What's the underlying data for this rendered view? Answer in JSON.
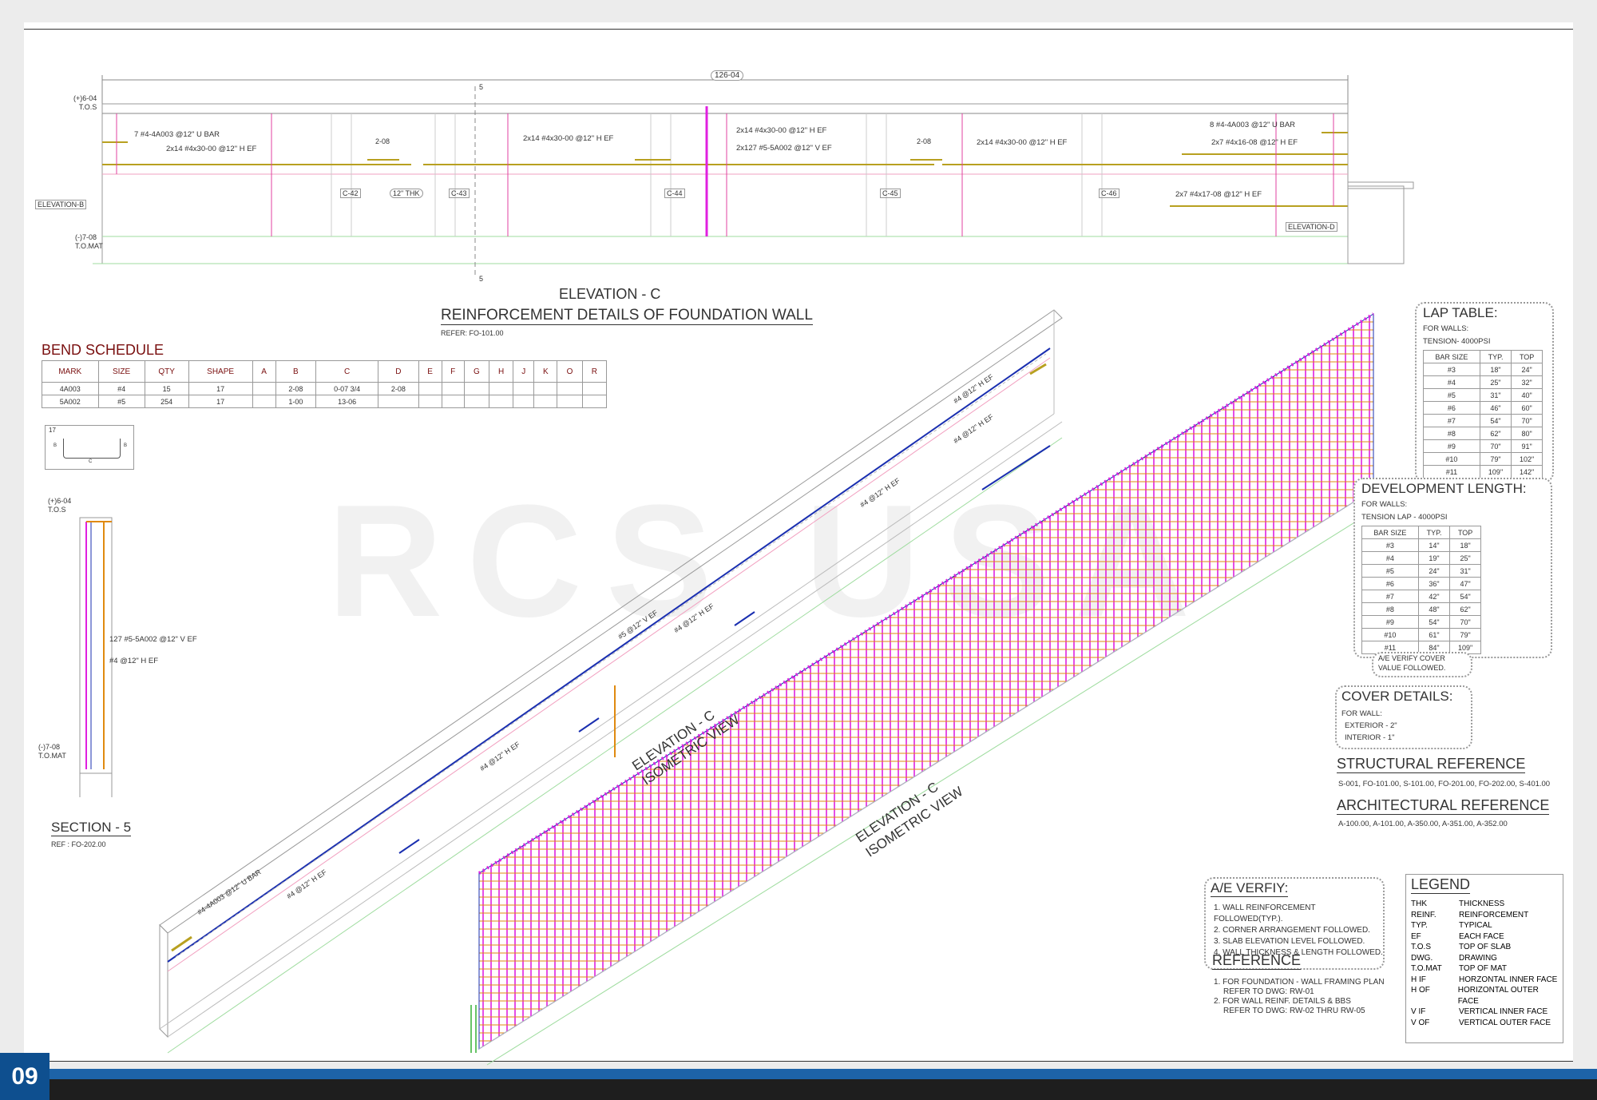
{
  "elevation": {
    "overall_dim": "126-04",
    "tos_label": "(+)6-04",
    "tos_sub": "T.O.S",
    "tomat_label": "(-)7-08",
    "tomat_sub": "T.O.MAT",
    "section_mark": "5",
    "elev_b": "ELEVATION-B",
    "elev_d": "ELEVATION-D",
    "callouts": {
      "c1": "7 #4-4A003 @12\" U BAR",
      "c2": "2x14 #4x30-00 @12\" H EF",
      "c3": "2x14 #4x30-00 @12\" H EF",
      "c4": "2x14 #4x30-00 @12\" H EF",
      "c5": "2x127 #5-5A002 @12\" V EF",
      "c6": "2x14 #4x30-00 @12\" H EF",
      "c7": "8 #4-4A003 @12\" U BAR",
      "c8": "2x7 #4x16-08 @12\" H EF",
      "c9": "2x7 #4x17-08 @12\" H EF",
      "d1": "2-08",
      "d2": "2-08",
      "thk": "12\" THK"
    },
    "columns": [
      "C-42",
      "C-43",
      "C-44",
      "C-45",
      "C-46"
    ],
    "title1": "ELEVATION - C",
    "title2": "REINFORCEMENT DETAILS OF FOUNDATION WALL",
    "refer": "REFER: FO-101.00"
  },
  "bend_schedule": {
    "title": "BEND SCHEDULE",
    "headers": [
      "MARK",
      "SIZE",
      "QTY",
      "SHAPE",
      "A",
      "B",
      "C",
      "D",
      "E",
      "F",
      "G",
      "H",
      "J",
      "K",
      "O",
      "R"
    ],
    "rows": [
      [
        "4A003",
        "#4",
        "15",
        "17",
        "",
        "2-08",
        "0-07 3/4",
        "2-08",
        "",
        "",
        "",
        "",
        "",
        "",
        "",
        ""
      ],
      [
        "5A002",
        "#5",
        "254",
        "17",
        "",
        "1-00",
        "13-06",
        "",
        "",
        "",
        "",
        "",
        "",
        "",
        "",
        ""
      ]
    ],
    "shape_no": "17",
    "shape_dims": [
      "B",
      "C",
      "B"
    ]
  },
  "section": {
    "tos": "(+)6-04",
    "tos_sub": "T.O.S",
    "tomat": "(-)7-08",
    "tomat_sub": "T.O.MAT",
    "label1": "127 #5-5A002 @12\" V EF",
    "label2": "#4 @12\" H EF",
    "title": "SECTION - 5",
    "ref": "REF : FO-202.00"
  },
  "iso": {
    "labels": [
      "#4-4A003 @12\" U BAR",
      "#4 @12\" H EF",
      "#4 @12\" H EF",
      "#5 @12\" V EF",
      "#4 @12\" H EF",
      "#4 @12\" H EF",
      "#4 @12\" H EF",
      "#4 @12\" H EF"
    ],
    "title_a1": "ELEVATION - C",
    "title_a2": "ISOMETRIC VIEW",
    "title_b1": "ELEVATION - C",
    "title_b2": "ISOMETRIC VIEW"
  },
  "watermark": "RCS USA",
  "lap_table": {
    "title": "LAP TABLE:",
    "for": "FOR WALLS:",
    "sub": "TENSION- 4000PSI",
    "headers": [
      "BAR SIZE",
      "TYP.",
      "TOP"
    ],
    "rows": [
      [
        "#3",
        "18\"",
        "24\""
      ],
      [
        "#4",
        "25\"",
        "32\""
      ],
      [
        "#5",
        "31\"",
        "40\""
      ],
      [
        "#6",
        "46\"",
        "60\""
      ],
      [
        "#7",
        "54\"",
        "70\""
      ],
      [
        "#8",
        "62\"",
        "80\""
      ],
      [
        "#9",
        "70\"",
        "91\""
      ],
      [
        "#10",
        "79\"",
        "102\""
      ],
      [
        "#11",
        "109\"",
        "142\""
      ]
    ]
  },
  "dev_length": {
    "title": "DEVELOPMENT LENGTH:",
    "for": "FOR WALLS:",
    "sub": "TENSION LAP - 4000PSI",
    "headers": [
      "BAR SIZE",
      "TYP.",
      "TOP"
    ],
    "rows": [
      [
        "#3",
        "14\"",
        "18\""
      ],
      [
        "#4",
        "19\"",
        "25\""
      ],
      [
        "#5",
        "24\"",
        "31\""
      ],
      [
        "#6",
        "36\"",
        "47\""
      ],
      [
        "#7",
        "42\"",
        "54\""
      ],
      [
        "#8",
        "48\"",
        "62\""
      ],
      [
        "#9",
        "54\"",
        "70\""
      ],
      [
        "#10",
        "61\"",
        "79\""
      ],
      [
        "#11",
        "84\"",
        "109\""
      ]
    ]
  },
  "cover": {
    "verify": "A/E VERIFY COVER VALUE FOLLOWED.",
    "title": "COVER DETAILS:",
    "for": "FOR WALL:",
    "ext": "EXTERIOR - 2\"",
    "int": "INTERIOR - 1\""
  },
  "structural_ref": {
    "title": "STRUCTURAL REFERENCE",
    "text": "S-001, FO-101.00, S-101.00, FO-201.00, FO-202.00, S-401.00"
  },
  "architectural_ref": {
    "title": "ARCHITECTURAL REFERENCE",
    "text": "A-100.00, A-101.00, A-350.00, A-351.00, A-352.00"
  },
  "ae_verify": {
    "title": "A/E VERFIY:",
    "items": [
      "1. WALL REINFORCEMENT FOLLOWED(TYP.).",
      "2. CORNER ARRANGEMENT FOLLOWED.",
      "3. SLAB ELEVATION LEVEL FOLLOWED.",
      "4. WALL THICKNESS & LENGTH FOLLOWED."
    ]
  },
  "reference": {
    "title": "REFERENCE",
    "items": [
      "1. FOR FOUNDATION - WALL FRAMING PLAN",
      "REFER TO DWG: RW-01",
      "2. FOR WALL REINF. DETAILS & BBS",
      "REFER TO DWG: RW-02 THRU RW-05"
    ]
  },
  "legend": {
    "title": "LEGEND",
    "rows": [
      [
        "THK",
        "THICKNESS"
      ],
      [
        "REINF.",
        "REINFORCEMENT"
      ],
      [
        "TYP.",
        "TYPICAL"
      ],
      [
        "EF",
        "EACH FACE"
      ],
      [
        "T.O.S",
        "TOP OF SLAB"
      ],
      [
        "DWG.",
        "DRAWING"
      ],
      [
        "T.O.MAT",
        "TOP OF MAT"
      ],
      [
        "H IF",
        "HORZONTAL INNER FACE"
      ],
      [
        "H OF",
        "HORIZONTAL OUTER FACE"
      ],
      [
        "V IF",
        "VERTICAL INNER FACE"
      ],
      [
        "V OF",
        "VERTICAL OUTER FACE"
      ]
    ]
  },
  "page_number": "09",
  "colors": {
    "accent": "#1d63a8",
    "rebar_h": "#1a2fb0",
    "rebar_v": "#e020e0",
    "rebar_orange": "#e08a10",
    "olive": "#b8a020"
  }
}
